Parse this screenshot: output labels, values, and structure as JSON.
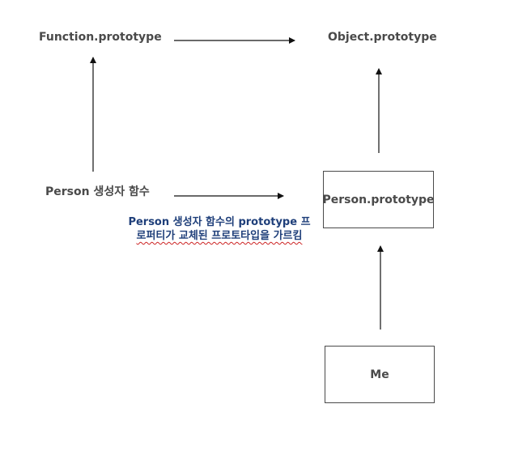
{
  "nodes": {
    "function_prototype": "Function.prototype",
    "object_prototype": "Object.prototype",
    "person_constructor": "Person 생성자 함수",
    "person_prototype": "Person.prototype",
    "me": "Me"
  },
  "annotation": {
    "line1": "Person 생성자 함수의 prototype 프",
    "line2": "로퍼티가 교체된 프로토타입을 가르킴"
  },
  "colors": {
    "text": "#4a4a4a",
    "annotation": "#1f3f7a",
    "spellcheck_underline": "#cc2222",
    "arrow": "#111111"
  }
}
